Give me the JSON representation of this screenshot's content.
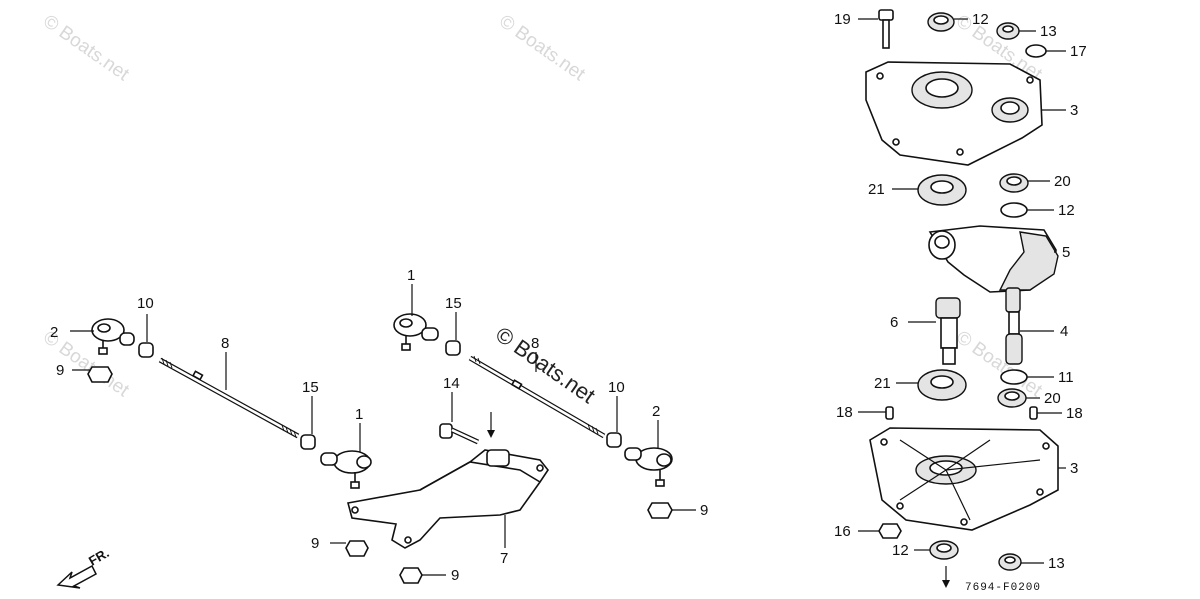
{
  "watermarks": {
    "text": "© Boats.net",
    "center_text": "© Boats.net"
  },
  "diagram_code": "7694-F0200",
  "direction_label": "FR.",
  "callouts": [
    {
      "id": "c1a",
      "label": "1"
    },
    {
      "id": "c1b",
      "label": "1"
    },
    {
      "id": "c2a",
      "label": "2"
    },
    {
      "id": "c2b",
      "label": "2"
    },
    {
      "id": "c3a",
      "label": "3"
    },
    {
      "id": "c3b",
      "label": "3"
    },
    {
      "id": "c4",
      "label": "4"
    },
    {
      "id": "c5",
      "label": "5"
    },
    {
      "id": "c6",
      "label": "6"
    },
    {
      "id": "c7",
      "label": "7"
    },
    {
      "id": "c8a",
      "label": "8"
    },
    {
      "id": "c8b",
      "label": "8"
    },
    {
      "id": "c9a",
      "label": "9"
    },
    {
      "id": "c9b",
      "label": "9"
    },
    {
      "id": "c9c",
      "label": "9"
    },
    {
      "id": "c9d",
      "label": "9"
    },
    {
      "id": "c10a",
      "label": "10"
    },
    {
      "id": "c10b",
      "label": "10"
    },
    {
      "id": "c11a",
      "label": "11"
    },
    {
      "id": "c11b",
      "label": "11"
    },
    {
      "id": "c12a",
      "label": "12"
    },
    {
      "id": "c12b",
      "label": "12"
    },
    {
      "id": "c13a",
      "label": "13"
    },
    {
      "id": "c13b",
      "label": "13"
    },
    {
      "id": "c14",
      "label": "14"
    },
    {
      "id": "c15a",
      "label": "15"
    },
    {
      "id": "c15b",
      "label": "15"
    },
    {
      "id": "c16",
      "label": "16"
    },
    {
      "id": "c17",
      "label": "17"
    },
    {
      "id": "c18a",
      "label": "18"
    },
    {
      "id": "c18b",
      "label": "18"
    },
    {
      "id": "c19",
      "label": "19"
    },
    {
      "id": "c20a",
      "label": "20"
    },
    {
      "id": "c20b",
      "label": "20"
    },
    {
      "id": "c21a",
      "label": "21"
    },
    {
      "id": "c21b",
      "label": "21"
    }
  ]
}
